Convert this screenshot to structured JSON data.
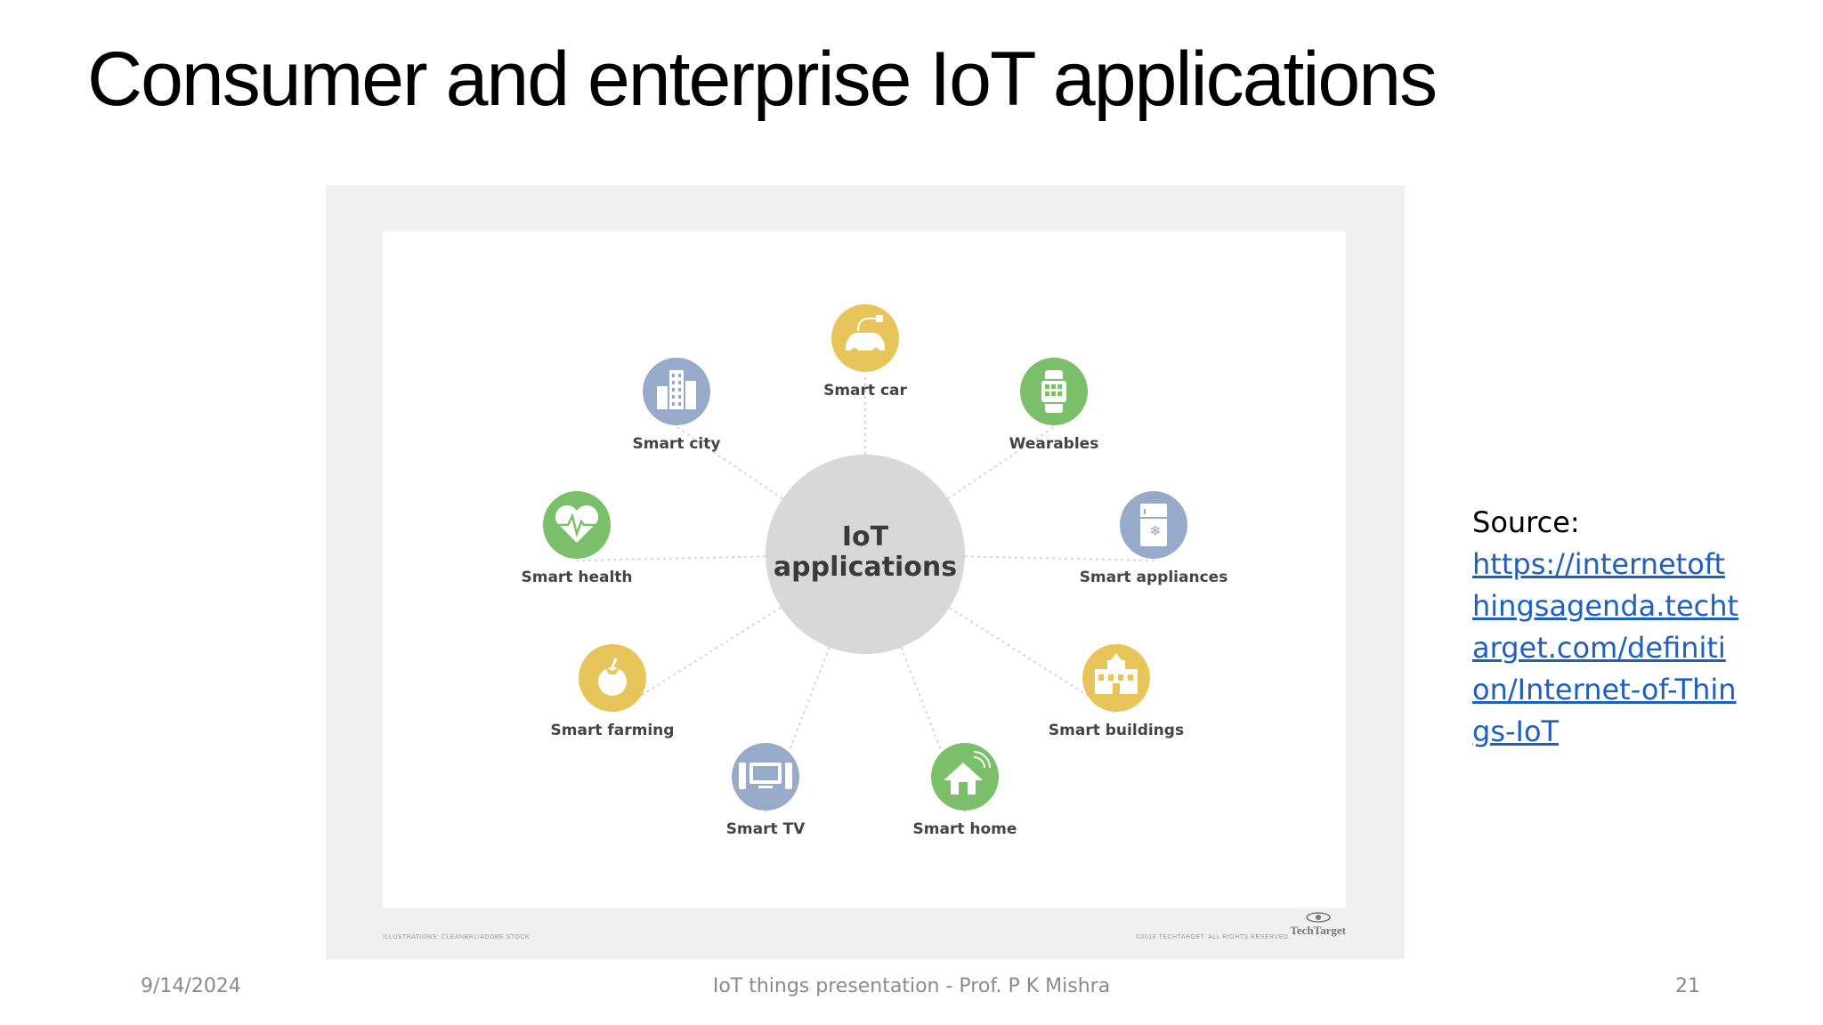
{
  "slide": {
    "title": "Consumer and enterprise IoT applications",
    "source_label": "Source:",
    "source_url": "https://internetofthingsagenda.techtarget.com/definition/Internet-of-Things-IoT",
    "footer_date": "9/14/2024",
    "footer_text": "IoT things presentation - Prof. P K Mishra",
    "page_number": "21"
  },
  "figure": {
    "center_line1": "IoT",
    "center_line2": "applications",
    "brand": "TechTarget",
    "nodes": [
      {
        "label": "Smart car",
        "icon": "car-plug-icon",
        "color": "#e8c55a"
      },
      {
        "label": "Wearables",
        "icon": "smartwatch-icon",
        "color": "#7cbf6a"
      },
      {
        "label": "Smart appliances",
        "icon": "refrigerator-icon",
        "color": "#98aac9"
      },
      {
        "label": "Smart buildings",
        "icon": "building-icon",
        "color": "#e8c55a"
      },
      {
        "label": "Smart home",
        "icon": "house-wifi-icon",
        "color": "#7cbf6a"
      },
      {
        "label": "Smart TV",
        "icon": "tv-icon",
        "color": "#98aac9"
      },
      {
        "label": "Smart farming",
        "icon": "tomato-icon",
        "color": "#e8c55a"
      },
      {
        "label": "Smart health",
        "icon": "heart-pulse-icon",
        "color": "#7cbf6a"
      },
      {
        "label": "Smart city",
        "icon": "city-buildings-icon",
        "color": "#98aac9"
      }
    ]
  }
}
